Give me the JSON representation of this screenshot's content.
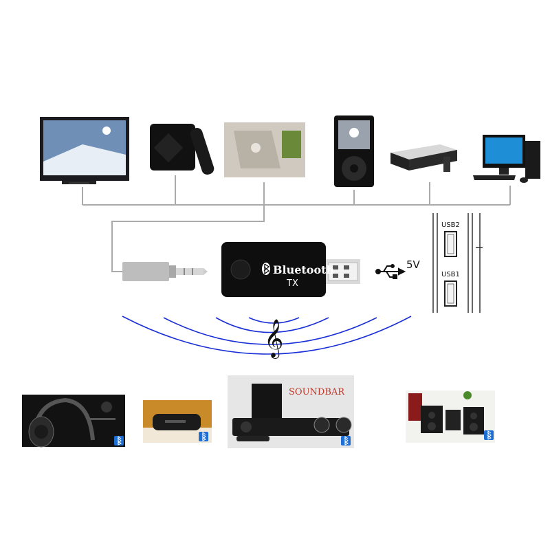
{
  "dongle": {
    "brand": "Bluetooth",
    "mode": "TX"
  },
  "power": {
    "voltage": "5V"
  },
  "ports": {
    "usb2": "USB2",
    "usb1": "USB1"
  },
  "outputs": {
    "soundbar_label": "SOUNDBAR"
  },
  "colors": {
    "wave_blue": "#1a2fd6",
    "wire_gray": "#aaaaaa",
    "bt_blue": "#1d6fd6"
  }
}
